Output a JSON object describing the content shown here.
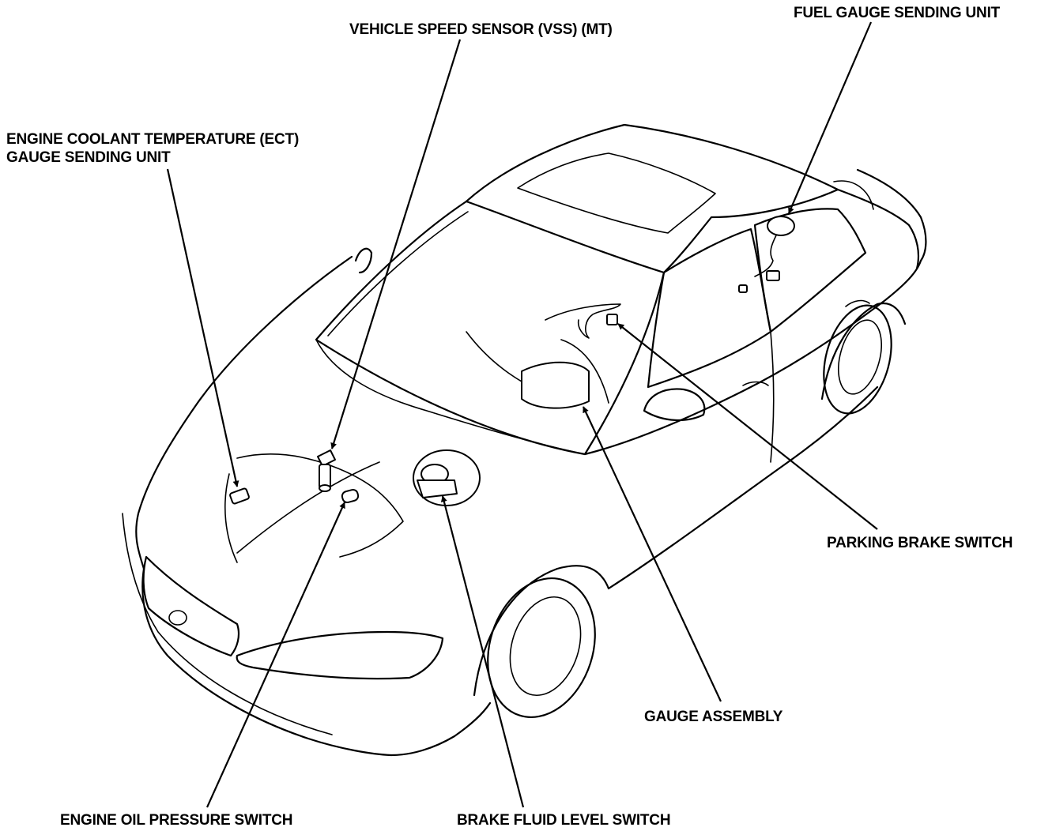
{
  "diagram": {
    "colors": {
      "line": "#000000",
      "background": "#ffffff"
    },
    "labels": {
      "ect_line1": "ENGINE COOLANT TEMPERATURE (ECT)",
      "ect_line2": "GAUGE SENDING UNIT",
      "vss": "VEHICLE SPEED SENSOR (VSS) (MT)",
      "fuel": "FUEL GAUGE SENDING UNIT",
      "parking_brake": "PARKING BRAKE SWITCH",
      "gauge_assembly": "GAUGE ASSEMBLY",
      "oil_pressure": "ENGINE OIL PRESSURE SWITCH",
      "brake_fluid": "BRAKE FLUID LEVEL SWITCH"
    }
  }
}
